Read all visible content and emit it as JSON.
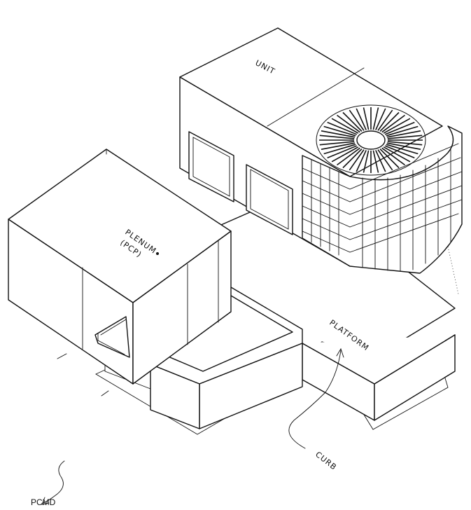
{
  "labels": {
    "unit": "UNIT",
    "plenum_line1": "PLENUM",
    "plenum_line2": "(PCP)",
    "platform": "PLATFORM",
    "curb": "CURB",
    "figure_ref": "PCMD"
  },
  "colors": {
    "ink": "#111111",
    "paper": "#ffffff"
  }
}
